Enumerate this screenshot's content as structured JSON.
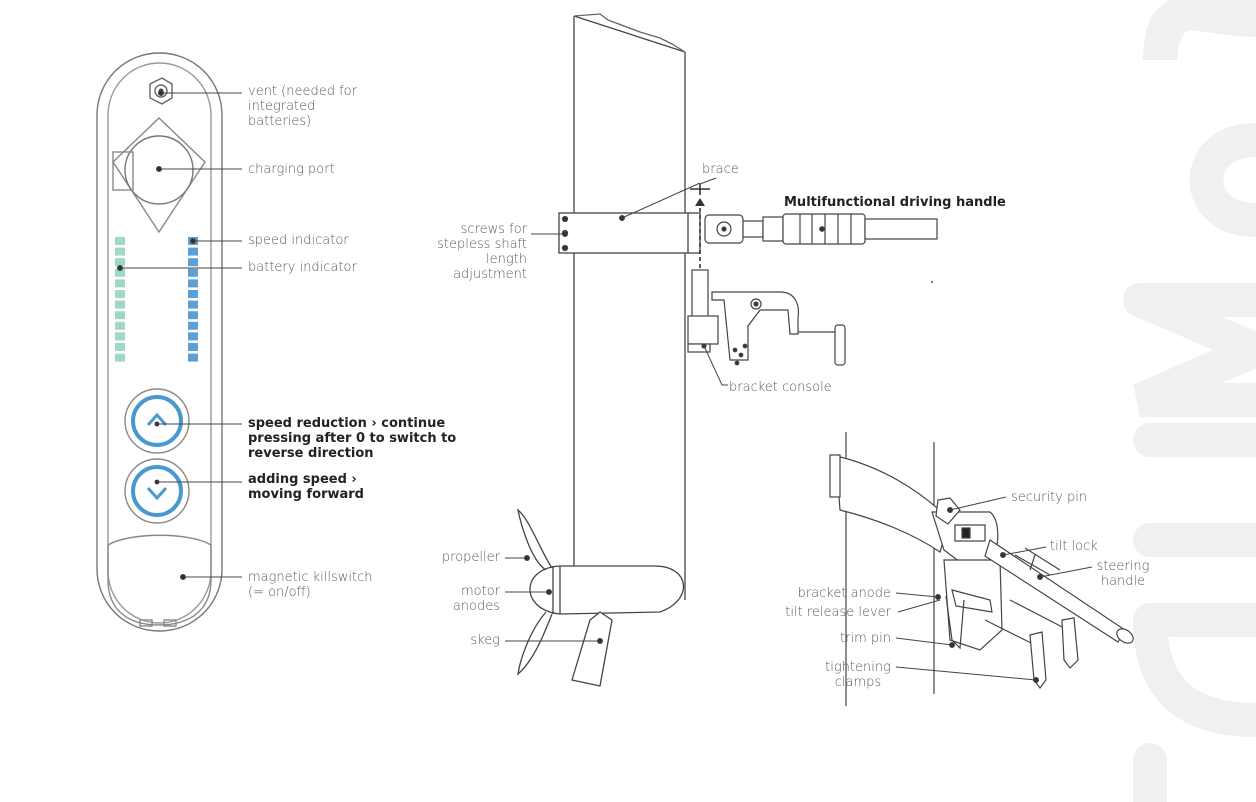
{
  "remote": {
    "labels": {
      "vent": "vent (needed for integrated batteries)",
      "charging_port": "charging port",
      "speed_indicator": "speed indicator",
      "battery_indicator": "battery indicator",
      "speed_reduction": "speed reduction › continue pressing after 0 to switch to reverse direction",
      "adding_speed": "adding speed › moving forward",
      "killswitch": "magnetic killswitch (= on/off)"
    },
    "battery_segments": 12,
    "speed_segments": 12,
    "colors": {
      "battery": "#9fd8c4",
      "speed": "#5b9fd4",
      "button": "#4a98d0"
    }
  },
  "motor": {
    "labels": {
      "brace": "brace",
      "screws": "screws for stepless shaft length adjustment",
      "handle": "Multifunctional driving handle",
      "bracket_console": "bracket console",
      "propeller": "propeller",
      "motor_anodes": "motor anodes",
      "skeg": "skeg"
    }
  },
  "bracket": {
    "labels": {
      "security_pin": "security pin",
      "tilt_lock": "tilt lock",
      "steering_handle": "steering handle",
      "bracket_anode": "bracket anode",
      "tilt_release_lever": "tilt release lever",
      "trim_pin": "trim pin",
      "tightening_clamps": "tightening clamps"
    }
  },
  "watermark": "REMIGO"
}
